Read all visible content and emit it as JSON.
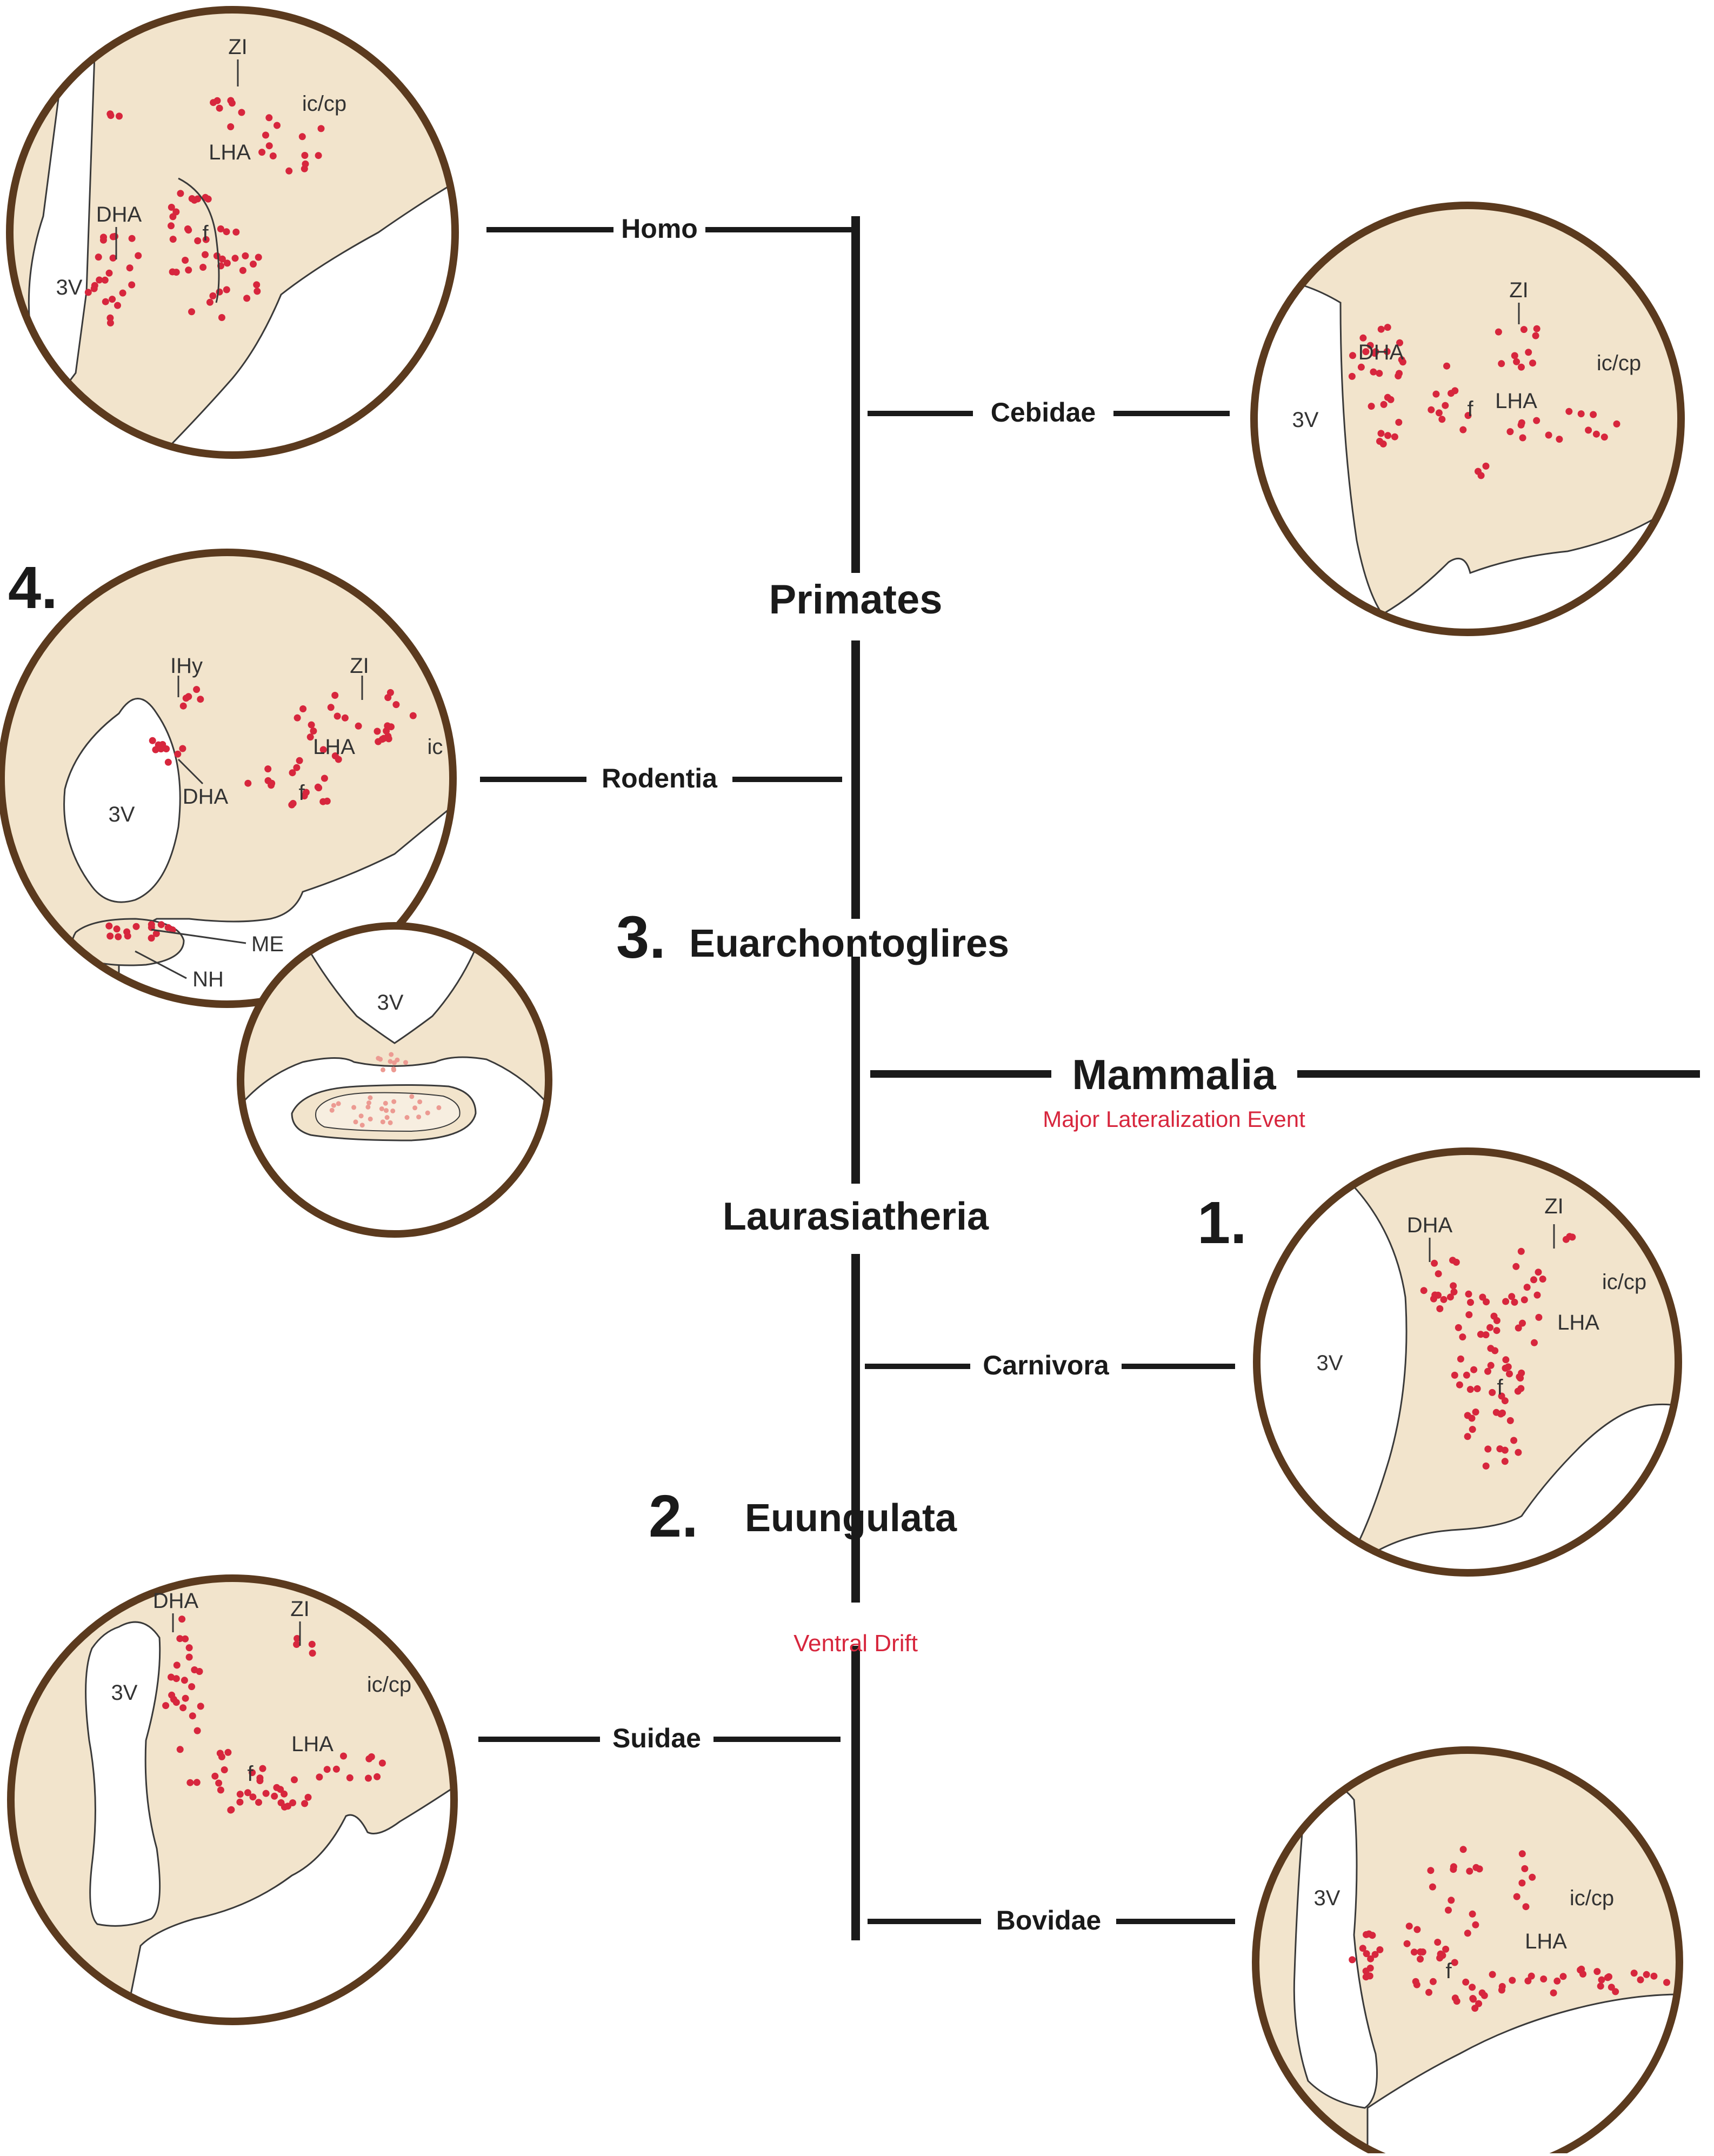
{
  "colors": {
    "tissue": "#f2e4cc",
    "outline": "#5b3a1e",
    "dot": "#d7263d",
    "line": "#1a1a1a",
    "accent_text": "#d7263d",
    "faint_dot": "#ec9a92"
  },
  "tree": {
    "mammalia": "Mammalia",
    "mammalia_note": "Major Lateralization Event",
    "euarchontoglires": "Euarchontoglires",
    "euarchontoglires_num": "3.",
    "primates": "Primates",
    "laurasiatheria": "Laurasiatheria",
    "euungulata": "Euungulata",
    "euungulata_num": "2.",
    "ventral_drift": "Ventral Drift",
    "homo": "Homo",
    "cebidae": "Cebidae",
    "rodentia": "Rodentia",
    "carnivora": "Carnivora",
    "suidae": "Suidae",
    "bovidae": "Bovidae"
  },
  "panels": {
    "homo": {
      "v3": "3V",
      "zi": "ZI",
      "iccp": "ic/cp",
      "lha": "LHA",
      "dha": "DHA",
      "f": "f"
    },
    "cebidae": {
      "v3": "3V",
      "zi": "ZI",
      "iccp": "ic/cp",
      "lha": "LHA",
      "dha": "DHA",
      "f": "f"
    },
    "rodentia": {
      "num": "4.",
      "v3": "3V",
      "ihy": "IHy",
      "zi": "ZI",
      "ic": "ic",
      "lha": "LHA",
      "dha": "DHA",
      "f": "f",
      "me": "ME",
      "nh": "NH"
    },
    "rodentia_inset": {
      "v3": "3V"
    },
    "carnivora": {
      "num": "1.",
      "v3": "3V",
      "zi": "ZI",
      "iccp": "ic/cp",
      "lha": "LHA",
      "dha": "DHA",
      "f": "f"
    },
    "suidae": {
      "v3": "3V",
      "zi": "ZI",
      "iccp": "ic/cp",
      "lha": "LHA",
      "dha": "DHA",
      "f": "f"
    },
    "bovidae": {
      "v3": "3V",
      "iccp": "ic/cp",
      "lha": "LHA",
      "f": "f"
    }
  }
}
